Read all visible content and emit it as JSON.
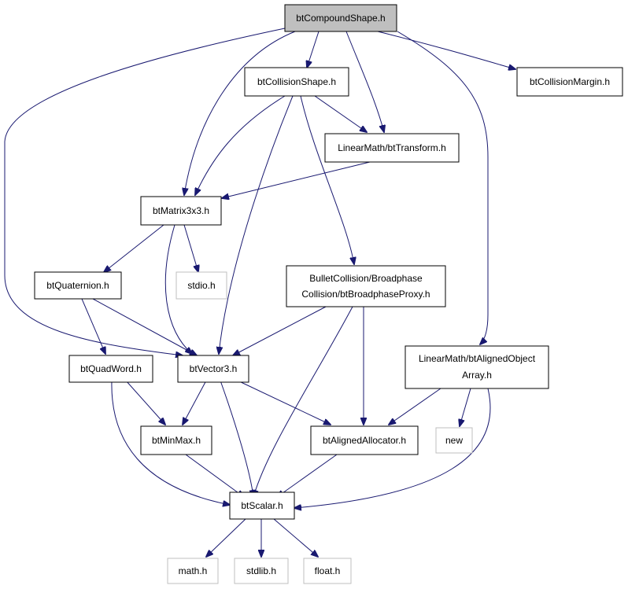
{
  "colors": {
    "edge": "#191970",
    "node_border": "#000000",
    "external_border": "#bfbfbf",
    "root_fill": "#bfbfbf",
    "node_fill": "#ffffff"
  },
  "nodes": {
    "root": "btCompoundShape.h",
    "collision_shape": "btCollisionShape.h",
    "collision_margin": "btCollisionMargin.h",
    "transform": "LinearMath/btTransform.h",
    "matrix3x3": "btMatrix3x3.h",
    "quaternion": "btQuaternion.h",
    "stdio": "stdio.h",
    "broadphase_proxy_line1": "BulletCollision/Broadphase",
    "broadphase_proxy_line2": "Collision/btBroadphaseProxy.h",
    "quadword": "btQuadWord.h",
    "vector3": "btVector3.h",
    "aligned_array_line1": "LinearMath/btAlignedObject",
    "aligned_array_line2": "Array.h",
    "minmax": "btMinMax.h",
    "aligned_allocator": "btAlignedAllocator.h",
    "new": "new",
    "scalar": "btScalar.h",
    "math": "math.h",
    "stdlib": "stdlib.h",
    "float": "float.h"
  }
}
